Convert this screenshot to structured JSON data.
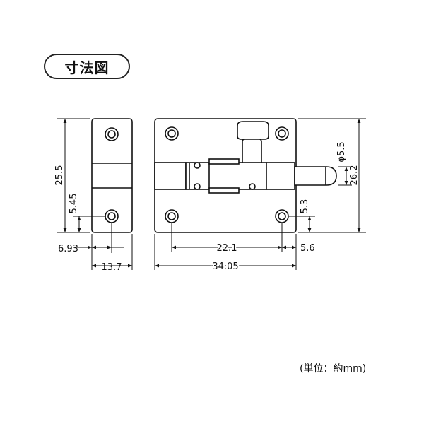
{
  "title": "寸法図",
  "unit_note": "(単位：約mm)",
  "dimensions": {
    "total_height": "25.5",
    "hole_height": "5.45",
    "hole_offset_left": "6.93",
    "plate_width": "13.7",
    "hole_spacing": "22.1",
    "hole_offset_right": "5.6",
    "total_width": "34.05",
    "bolt_diameter": "φ5.5",
    "bolt_total_height": "26.2",
    "right_hole_height": "5.3"
  }
}
